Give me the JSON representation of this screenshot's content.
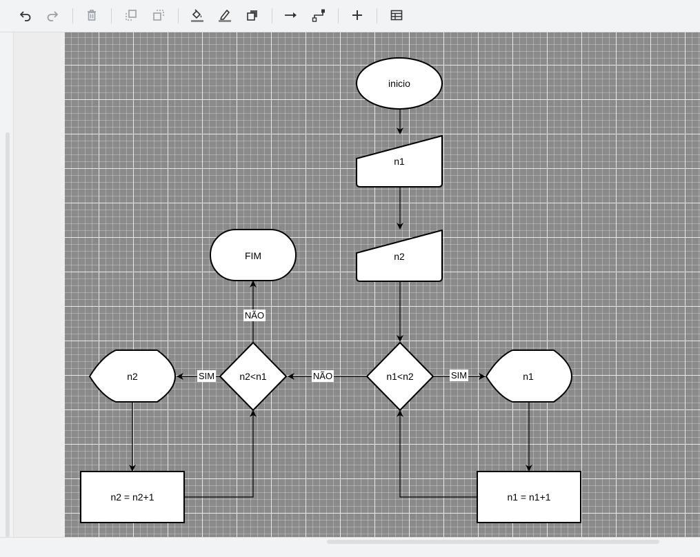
{
  "toolbar": {
    "buttons": [
      {
        "id": "undo",
        "icon": "undo-icon"
      },
      {
        "id": "redo",
        "icon": "redo-icon"
      },
      {
        "id": "delete",
        "icon": "trash-icon"
      },
      {
        "id": "to-front",
        "icon": "to-front-icon"
      },
      {
        "id": "to-back",
        "icon": "to-back-icon"
      },
      {
        "id": "fill-color",
        "icon": "fill-color-icon"
      },
      {
        "id": "line-color",
        "icon": "line-color-icon"
      },
      {
        "id": "shadow",
        "icon": "shadow-icon"
      },
      {
        "id": "connection",
        "icon": "arrow-right-icon"
      },
      {
        "id": "waypoints",
        "icon": "waypoint-icon"
      },
      {
        "id": "insert",
        "icon": "plus-icon"
      },
      {
        "id": "table",
        "icon": "table-icon"
      }
    ],
    "colors": {
      "icon_active": "#333333",
      "icon_disabled": "#9aa0a6",
      "fill_underline": "#888888"
    }
  },
  "canvas": {
    "background": "#8a8a8a",
    "grid_line": "#ffffff"
  },
  "diagram": {
    "nodes": {
      "inicio": {
        "label": "inicio",
        "shape": "ellipse"
      },
      "input_n1": {
        "label": "n1",
        "shape": "manual-input"
      },
      "input_n2": {
        "label": "n2",
        "shape": "manual-input"
      },
      "decision_n1_lt_n2": {
        "label": "n1<n2",
        "shape": "diamond"
      },
      "decision_n2_lt_n1": {
        "label": "n2<n1",
        "shape": "diamond"
      },
      "display_n1": {
        "label": "n1",
        "shape": "display"
      },
      "display_n2": {
        "label": "n2",
        "shape": "display"
      },
      "process_n1": {
        "label": "n1 = n1+1",
        "shape": "rectangle"
      },
      "process_n2": {
        "label": "n2 = n2+1",
        "shape": "rectangle"
      },
      "fim": {
        "label": "FIM",
        "shape": "terminator"
      }
    },
    "edge_labels": {
      "n1_sim": "SIM",
      "n1_nao": "NÃO",
      "n2_sim": "SIM",
      "n2_nao": "NÃO"
    }
  }
}
